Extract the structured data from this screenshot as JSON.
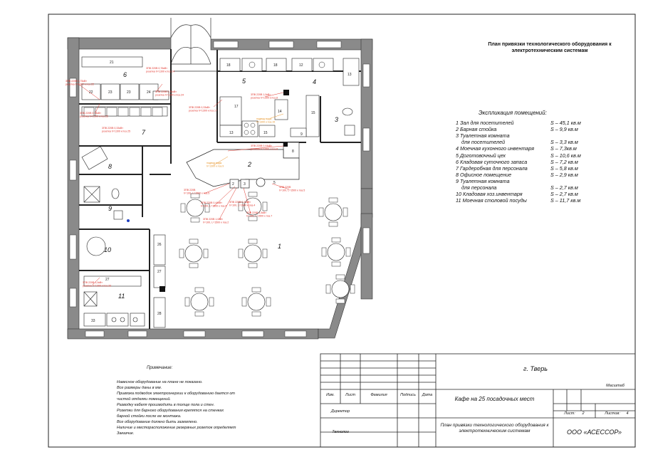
{
  "title": "План привязки технологического оборудования к электротехническим системам",
  "explication": {
    "heading": "Экспликация помещений:",
    "rooms": [
      {
        "name": "1 Зал для посетителей",
        "area": "S – 45,1 кв.м"
      },
      {
        "name": "2 Барная стойка",
        "area": "S – 9,9 кв.м"
      },
      {
        "name": "3 Туалетная комната",
        "area": ""
      },
      {
        "name": "для посетителей",
        "area": "S – 3,3 кв.м"
      },
      {
        "name": "4 Моечная кухонного инвентаря",
        "area": "S – 7,3кв.м"
      },
      {
        "name": "5 Доготовочный цех",
        "area": "S – 10,6 кв.м"
      },
      {
        "name": "6 Кладовая суточного запаса",
        "area": "S – 7,2 кв.м"
      },
      {
        "name": "7 Гардеробная для персонала",
        "area": "S – 5,8 кв.м"
      },
      {
        "name": "8 Офисное помещение",
        "area": "S – 2,9 кв.м"
      },
      {
        "name": "9 Туалетная комната",
        "area": ""
      },
      {
        "name": "для персонала",
        "area": "S – 2,7 кв.м"
      },
      {
        "name": "10 Кладовая хоз.инвентаря",
        "area": "S – 2,7 кв.м"
      },
      {
        "name": "11 Моечная столовой посуды",
        "area": "S – 11,7 кв.м"
      }
    ]
  },
  "notes": {
    "heading": "Примечание:",
    "lines": [
      "Навесное оборудование на плане не показано.",
      "Все размеры даны в мм.",
      "Привязка подводок электроэнергии к оборудованию дается от",
      "чистой отделки помещений.",
      "Разводку кабеля производить в толще пола и стен.",
      "Розетки для барного оборудования крепятся на стенках",
      "барной стойки после ее монтажа.",
      "Все оборудование должно быть заземлено.",
      "Наличие и месторасположение резервных розеток определяет",
      "Заказчик."
    ]
  },
  "stamp": {
    "city": "г. Тверь",
    "project": "Кафе на 25 посадочных мест",
    "sheet_title": "План привязки технологического оборудования к электротехническим системам",
    "company": "ООО «АСЕССОР»",
    "col_izm": "Изм.",
    "col_list": "Лист",
    "col_family": "Фамилия",
    "col_sign": "Подпись",
    "col_date": "Дата",
    "director": "Директор",
    "technolog": "Технолог",
    "scale_label": "Масштаб",
    "sheet_label": "Лист:",
    "sheet_no": "2",
    "sheets_label": "Листов:",
    "sheets_no": "4"
  },
  "rooms_on_plan": [
    "1",
    "2",
    "3",
    "4",
    "5",
    "6",
    "7",
    "8",
    "9",
    "10",
    "11"
  ],
  "equipment_numbers": [
    "21",
    "22",
    "23",
    "24",
    "25",
    "17",
    "18",
    "19",
    "12",
    "13",
    "14",
    "15",
    "16",
    "9",
    "8",
    "2",
    "3",
    "4",
    "5",
    "26",
    "27",
    "28",
    "33",
    "10",
    "11"
  ],
  "socket_labels": [
    "3ПВ 220В 0,75кВт",
    "розетка h=1300 к поз.22",
    "3ПВ 220В 0,76кВт",
    "3ПВ 220В 0,33кВт",
    "розетка h=1300 к поз.17",
    "3ПВ 220В 1,0кВт",
    "розетка h=1300 к поз.8",
    "3ПВ 220В",
    "h=100, L=1500 к поз.5",
    "3ПВ 220В 0,44кВт",
    "3ПВ 220В 1,5кВт",
    "h=100, L=1500 к поз.7",
    "розетка h=1300 к поз.33"
  ],
  "colors": {
    "wall": "#8a8a8a",
    "line": "#222222",
    "red": "#e0342b",
    "orange": "#e8962b"
  }
}
